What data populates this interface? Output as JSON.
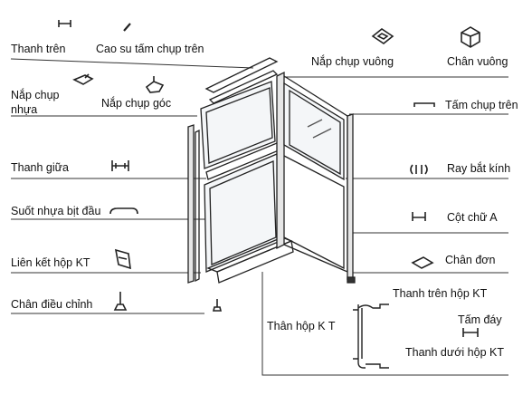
{
  "labels": {
    "thanh_tren": "Thanh trên",
    "cao_su": "Cao su tấm chụp trên",
    "nap_chup_vuong": "Nắp chụp vuông",
    "chan_vuong": "Chân vuông",
    "nap_chup_nhua_1": "Nắp chụp",
    "nap_chup_nhua_2": "nhựa",
    "nap_chup_goc": "Nắp chụp góc",
    "tam_chup_tren": "Tấm chụp trên",
    "thanh_giua": "Thanh giữa",
    "ray_bat_kinh": "Ray bắt kính",
    "suot_nhua": "Suốt nhựa bịt đầu",
    "cot_chu_a": "Cột chữ A",
    "lien_ket_hop": "Liên kết hộp KT",
    "chan_don": "Chân đơn",
    "chan_dieu_chinh": "Chân điều chỉnh",
    "thanh_tren_hop": "Thanh trên hộp KT",
    "than_hop": "Thân hộp K   T",
    "tam_day": "Tấm đáy",
    "thanh_duoi_hop": "Thanh dưới hộp KT"
  },
  "colors": {
    "line": "#222222",
    "frame": "#333333",
    "glass": "#f4f6f8"
  }
}
